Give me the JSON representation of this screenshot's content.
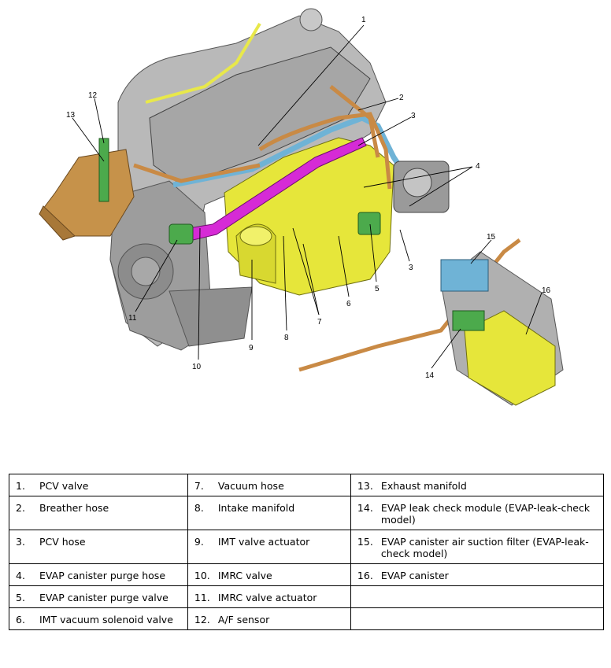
{
  "callouts": [
    "1",
    "2",
    "3",
    "3",
    "4",
    "5",
    "6",
    "7",
    "8",
    "9",
    "10",
    "11",
    "12",
    "13",
    "14",
    "15",
    "16"
  ],
  "legend": [
    [
      {
        "n": "1.",
        "t": "PCV valve"
      },
      {
        "n": "7.",
        "t": "Vacuum hose"
      },
      {
        "n": "13.",
        "t": "Exhaust manifold"
      }
    ],
    [
      {
        "n": "2.",
        "t": "Breather hose"
      },
      {
        "n": "8.",
        "t": "Intake manifold"
      },
      {
        "n": "14.",
        "t": "EVAP leak check module (EVAP-leak-check model)"
      }
    ],
    [
      {
        "n": "3.",
        "t": "PCV hose"
      },
      {
        "n": "9.",
        "t": "IMT valve actuator"
      },
      {
        "n": "15.",
        "t": "EVAP canister air suction filter (EVAP-leak-check model)"
      }
    ],
    [
      {
        "n": "4.",
        "t": "EVAP canister purge hose"
      },
      {
        "n": "10.",
        "t": "IMRC valve"
      },
      {
        "n": "16.",
        "t": "EVAP canister"
      }
    ],
    [
      {
        "n": "5.",
        "t": "EVAP canister purge valve"
      },
      {
        "n": "11.",
        "t": "IMRC valve actuator"
      },
      {
        "n": "",
        "t": ""
      }
    ],
    [
      {
        "n": "6.",
        "t": "IMT vacuum solenoid valve"
      },
      {
        "n": "12.",
        "t": "A/F sensor"
      },
      {
        "n": "",
        "t": ""
      }
    ]
  ],
  "colors": {
    "copper": "#c98a45",
    "yellow": "#e8e84a",
    "blue": "#6fb3d6",
    "magenta": "#d62ad6",
    "green": "#4caa4c",
    "gray": "#9a9a9a"
  }
}
